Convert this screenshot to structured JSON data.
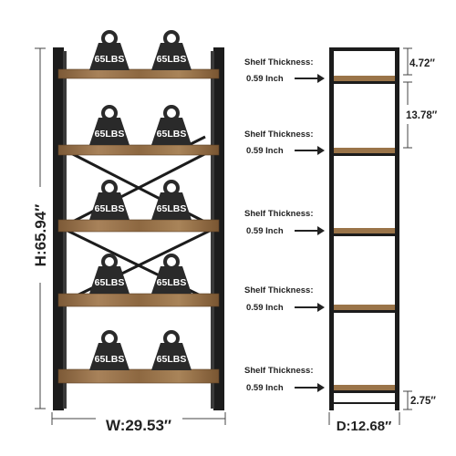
{
  "front_view": {
    "height_label": "H:65.94″",
    "width_label": "W:29.53″",
    "weight_labels": [
      [
        "65LBS",
        "65LBS"
      ],
      [
        "65LBS",
        "65LBS"
      ],
      [
        "65LBS",
        "65LBS"
      ],
      [
        "65LBS",
        "65LBS"
      ],
      [
        "65LBS",
        "65LBS"
      ]
    ]
  },
  "side_view": {
    "depth_label": "D:12.68″",
    "gap_labels": {
      "top": "4.72″",
      "middle": "13.78″",
      "bottom": "2.75″"
    },
    "thickness_callouts": [
      {
        "title": "Shelf Thickness:",
        "value": "0.59 Inch"
      },
      {
        "title": "Shelf Thickness:",
        "value": "0.59 Inch"
      },
      {
        "title": "Shelf Thickness:",
        "value": "0.59 Inch"
      },
      {
        "title": "Shelf Thickness:",
        "value": "0.59 Inch"
      },
      {
        "title": "Shelf Thickness:",
        "value": "0.59 Inch"
      }
    ]
  },
  "colors": {
    "frame": "#1c1c1c",
    "wood": "#a07a4e",
    "wood_dark": "#6f4f2f",
    "dimension_line": "#444444",
    "weight": "#2a2a2a"
  }
}
